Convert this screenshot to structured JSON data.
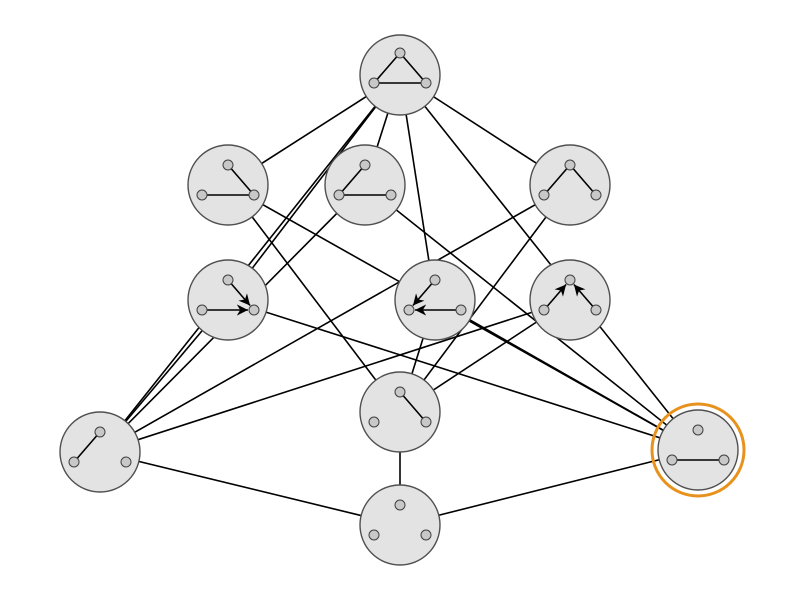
{
  "colors": {
    "background": "#ffffff",
    "node_fill": "#e3e3e3",
    "node_stroke": "#505050",
    "inner_dot_fill": "#c8c8c8",
    "edge": "#000000",
    "highlight_ring": "#e8921e"
  },
  "highlighted_node": "n10",
  "nodes": [
    {
      "id": "n0",
      "inner_edges": [
        [
          0,
          1,
          "line"
        ],
        [
          0,
          2,
          "line"
        ],
        [
          1,
          2,
          "line"
        ]
      ]
    },
    {
      "id": "n1",
      "inner_edges": [
        [
          0,
          2,
          "line"
        ],
        [
          1,
          2,
          "line"
        ]
      ]
    },
    {
      "id": "n2",
      "inner_edges": [
        [
          0,
          1,
          "line"
        ],
        [
          1,
          2,
          "line"
        ]
      ]
    },
    {
      "id": "n3",
      "inner_edges": [
        [
          0,
          1,
          "line"
        ],
        [
          0,
          2,
          "line"
        ]
      ]
    },
    {
      "id": "n4",
      "inner_edges": [
        [
          0,
          2,
          "arrow"
        ],
        [
          1,
          2,
          "arrow"
        ]
      ]
    },
    {
      "id": "n5",
      "inner_edges": [
        [
          0,
          1,
          "arrow"
        ],
        [
          2,
          1,
          "arrow"
        ]
      ]
    },
    {
      "id": "n6",
      "inner_edges": [
        [
          1,
          0,
          "arrow"
        ],
        [
          2,
          0,
          "arrow"
        ]
      ]
    },
    {
      "id": "n7",
      "inner_edges": [
        [
          0,
          2,
          "line"
        ]
      ]
    },
    {
      "id": "n8",
      "inner_edges": [
        [
          0,
          1,
          "line"
        ]
      ]
    },
    {
      "id": "n9",
      "inner_edges": []
    },
    {
      "id": "n10",
      "inner_edges": [
        [
          1,
          2,
          "line"
        ]
      ]
    }
  ],
  "edges": [
    [
      "n0",
      "n1"
    ],
    [
      "n0",
      "n2"
    ],
    [
      "n0",
      "n3"
    ],
    [
      "n0",
      "n4"
    ],
    [
      "n0",
      "n5"
    ],
    [
      "n0",
      "n8"
    ],
    [
      "n0",
      "n10"
    ],
    [
      "n1",
      "n10"
    ],
    [
      "n1",
      "n7"
    ],
    [
      "n2",
      "n10"
    ],
    [
      "n2",
      "n8"
    ],
    [
      "n3",
      "n7"
    ],
    [
      "n3",
      "n8"
    ],
    [
      "n4",
      "n10"
    ],
    [
      "n4",
      "n8"
    ],
    [
      "n5",
      "n10"
    ],
    [
      "n5",
      "n7"
    ],
    [
      "n6",
      "n7"
    ],
    [
      "n6",
      "n8"
    ],
    [
      "n7",
      "n9"
    ],
    [
      "n9",
      "n10"
    ],
    [
      "n9",
      "n8"
    ]
  ]
}
